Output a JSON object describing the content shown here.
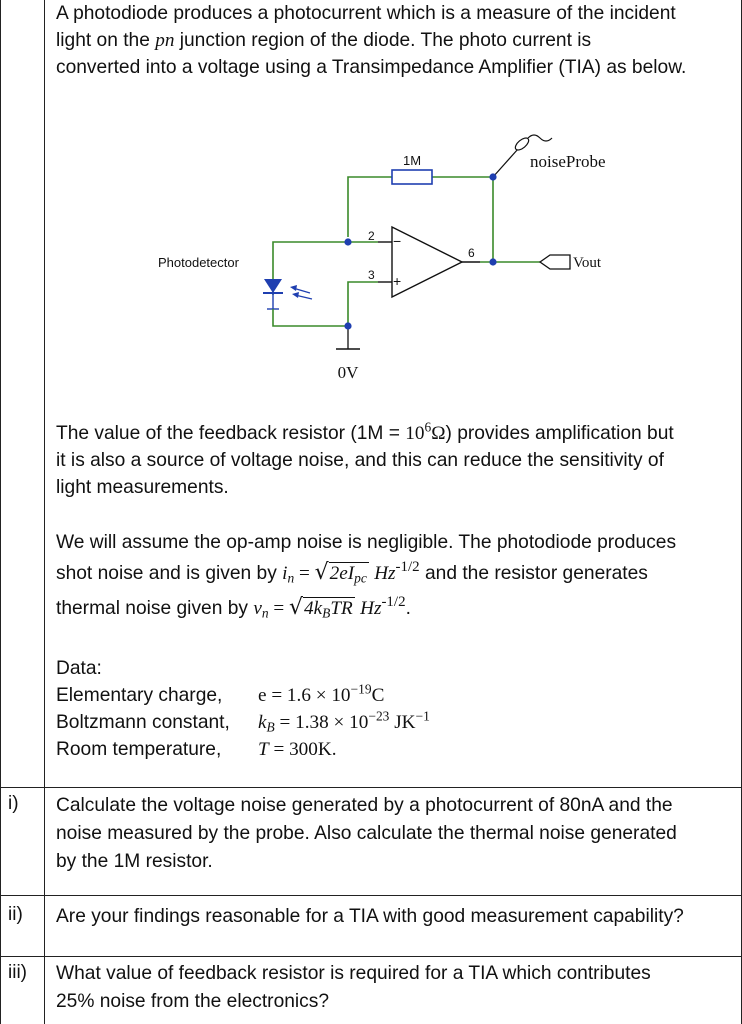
{
  "intro": {
    "line1": "A photodiode produces a photocurrent which is a measure of the incident",
    "line2_pre": "light on the ",
    "line2_pn": "pn",
    "line2_post": " junction region of the diode. The photo current is",
    "line3": "converted into a voltage using a Transimpedance Amplifier (TIA) as below."
  },
  "circuit": {
    "resistor_label": "1M",
    "probe_label": "noiseProbe",
    "output_label": "Vout",
    "photodetector_label": "Photodetector",
    "ground_label": "0V",
    "pin_2": "2",
    "pin_3": "3",
    "pin_6": "6",
    "minus": "−",
    "plus": "+"
  },
  "feedback": {
    "line1_pre": "The value of the feedback resistor (1M = ",
    "line1_math": "10",
    "line1_exp": "6",
    "line1_ohm": "Ω",
    "line1_post": ") provides amplification but",
    "line2": "it is also a source of voltage noise, and this can reduce the sensitivity of",
    "line3": "light measurements."
  },
  "noise": {
    "line1": "We will assume the op-amp noise is negligible. The photodiode produces",
    "line2_pre": "shot noise and is given by ",
    "shot_lhs": "i",
    "shot_lhs_sub": "n",
    "shot_eq": " = ",
    "shot_rad": "2eI",
    "shot_rad_sub": "pc",
    "shot_unit": "Hz",
    "shot_exp": "-1/2",
    "line2_post": " and the resistor generates",
    "line3_pre": "thermal noise given by ",
    "thermal_lhs": "v",
    "thermal_lhs_sub": "n",
    "thermal_eq": " = ",
    "thermal_rad": "4k",
    "thermal_rad_sub": "B",
    "thermal_rad_post": "TR",
    "thermal_unit": "Hz",
    "thermal_exp": "-1/2",
    "line3_post": "."
  },
  "data_section": {
    "heading": "Data:",
    "rows": [
      {
        "label": "Elementary charge,",
        "value_pre": "e = 1.6 × 10",
        "exp": "−19",
        "unit": "C"
      },
      {
        "label": "Boltzmann constant,",
        "value_pre": "k",
        "sub": "B",
        "value_mid": " = 1.38  × 10",
        "exp": "−23",
        "unit": " JK",
        "unit_exp": "−1"
      },
      {
        "label": "Room temperature,",
        "value_pre": "T",
        "value_mid": " = 300K."
      }
    ]
  },
  "questions": [
    {
      "num": "i)",
      "lines": [
        "Calculate the voltage noise generated by a photocurrent of 80nA and the",
        "noise measured by the probe. Also calculate the thermal noise generated",
        "by the 1M resistor."
      ]
    },
    {
      "num": "ii)",
      "lines": [
        "Are your findings reasonable for a TIA with good measurement capability?"
      ]
    },
    {
      "num": "iii)",
      "lines": [
        "What value of feedback resistor is required for a TIA which contributes",
        "25% noise from the electronics?"
      ]
    }
  ],
  "colors": {
    "wire": "#3a8a2a",
    "node": "#1f3fb0",
    "diode": "#1f3fb0",
    "resistor": "#1f3fb0"
  }
}
